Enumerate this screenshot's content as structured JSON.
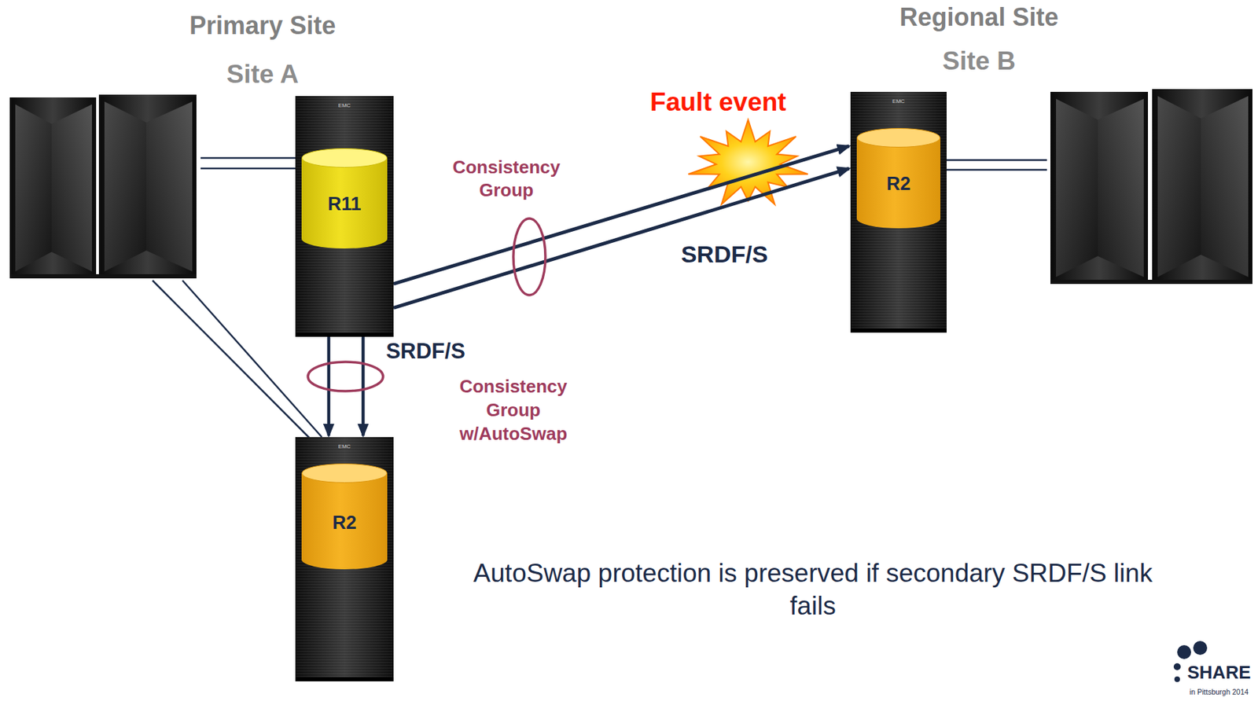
{
  "diagram": {
    "nodes": [
      {
        "text": [
          "Primary Site",
          "Site A"
        ]
      },
      {
        "text": [
          "Regional Site",
          "Site B"
        ]
      },
      {
        "text": [
          "EMC",
          "R11"
        ],
        "in": 0
      },
      {
        "text": [
          "EMC",
          "R2"
        ],
        "in": 0
      },
      {
        "text": [
          "EMC",
          "R2"
        ],
        "in": 1
      }
    ],
    "edges": [
      {
        "from": 2,
        "to": 4,
        "arrow": "to",
        "label": "SRDF/S"
      },
      {
        "from": 2,
        "to": 3,
        "arrow": "to",
        "label": "SRDF/S"
      }
    ],
    "labels": [
      "Fault event",
      "Consistency Group",
      "Consistency Group w/AutoSwap",
      "AutoSwap protection is preserved if secondary SRDF/S link fails",
      "SHARE",
      "in Pittsburgh 2014"
    ]
  }
}
